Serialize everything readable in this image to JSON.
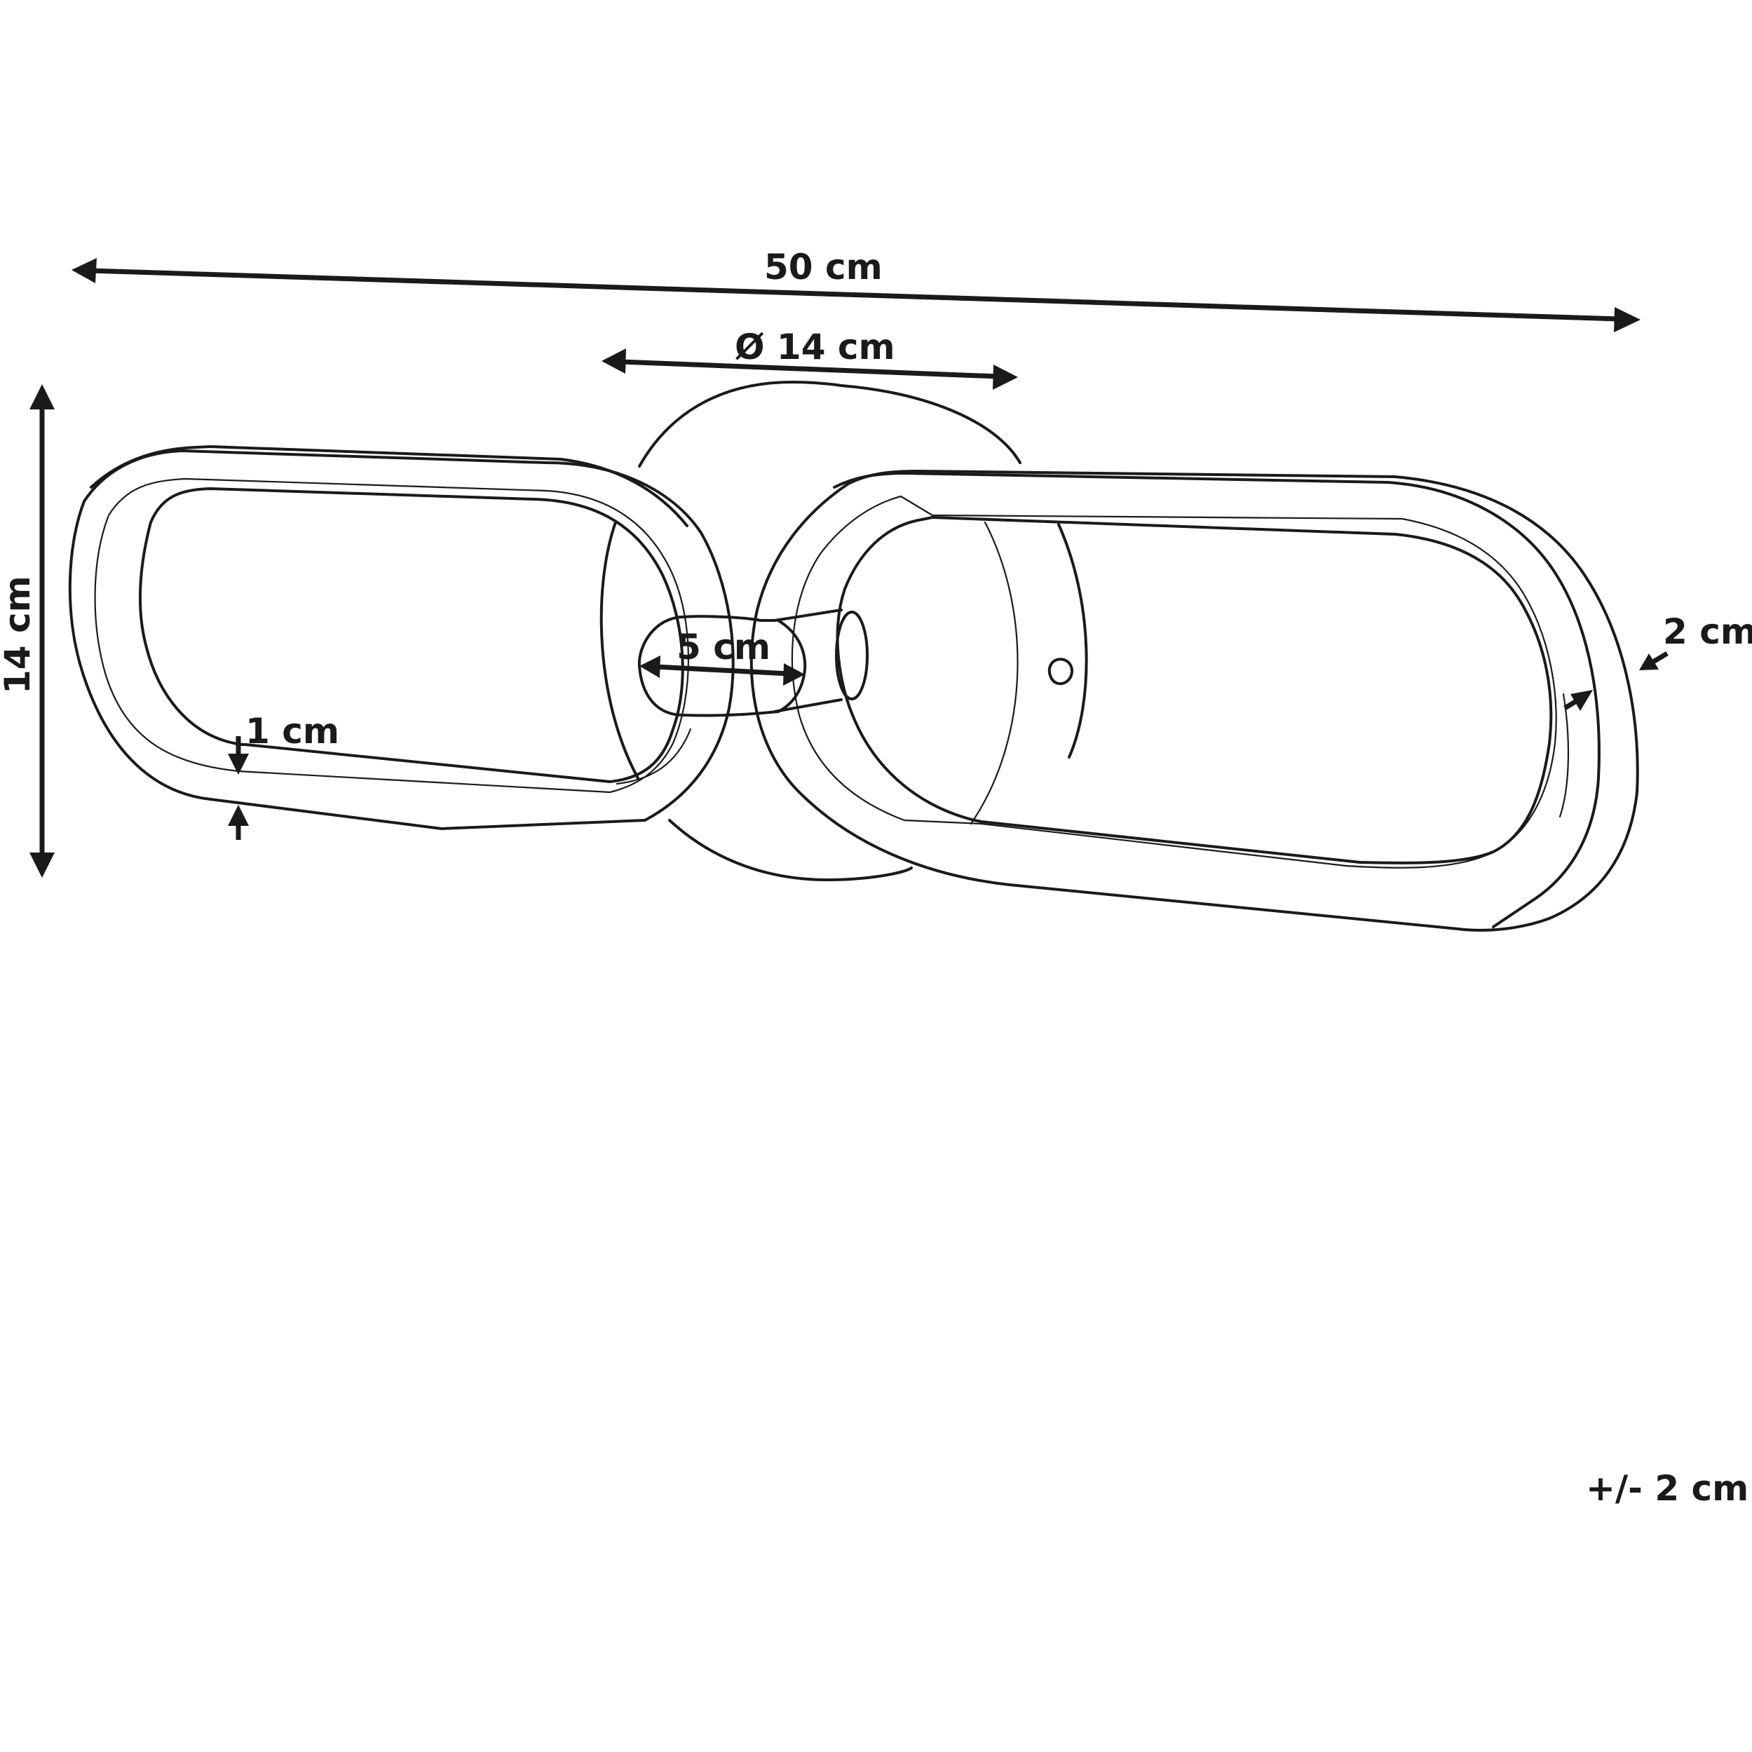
{
  "diagram": {
    "dimensions": {
      "overall_width": "50 cm",
      "base_diameter": "Ø 14 cm",
      "height": "14 cm",
      "connector_width": "5 cm",
      "ring_thickness": "1 cm",
      "ring_depth": "2 cm",
      "tolerance": "+/- 2 cm"
    },
    "colors": {
      "line": "#1a1a1a",
      "background": "#ffffff"
    }
  }
}
